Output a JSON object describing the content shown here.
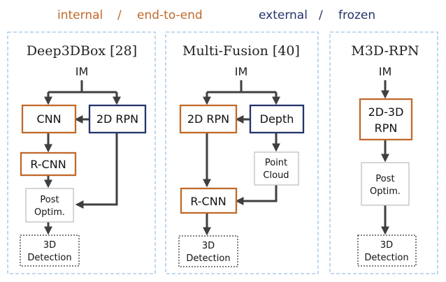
{
  "legend": {
    "internal": "internal",
    "slash1": "/",
    "end_to_end": "end-to-end",
    "external": "external",
    "slash2": "/",
    "frozen": "frozen"
  },
  "colors": {
    "internal": "#c0692b",
    "external": "#24346a",
    "panel_border": "#9dc3e6",
    "plain_border": "#bbbbbb",
    "arrow": "#3f3f3f"
  },
  "panels": [
    {
      "title": "Deep3DBox [28]",
      "input": "IM",
      "boxes": {
        "cnn": "CNN",
        "rpn": "2D RPN",
        "rcnn": "R-CNN",
        "post": [
          "Post",
          "Optim."
        ],
        "detection": [
          "3D",
          "Detection"
        ]
      }
    },
    {
      "title": "Multi-Fusion [40]",
      "input": "IM",
      "boxes": {
        "rpn": "2D RPN",
        "depth": "Depth",
        "point_cloud": [
          "Point",
          "Cloud"
        ],
        "rcnn": "R-CNN",
        "detection": [
          "3D",
          "Detection"
        ]
      }
    },
    {
      "title": "M3D-RPN",
      "input": "IM",
      "boxes": {
        "rpn": [
          "2D-3D",
          "RPN"
        ],
        "post": [
          "Post",
          "Optim."
        ],
        "detection": [
          "3D",
          "Detection"
        ]
      }
    }
  ]
}
